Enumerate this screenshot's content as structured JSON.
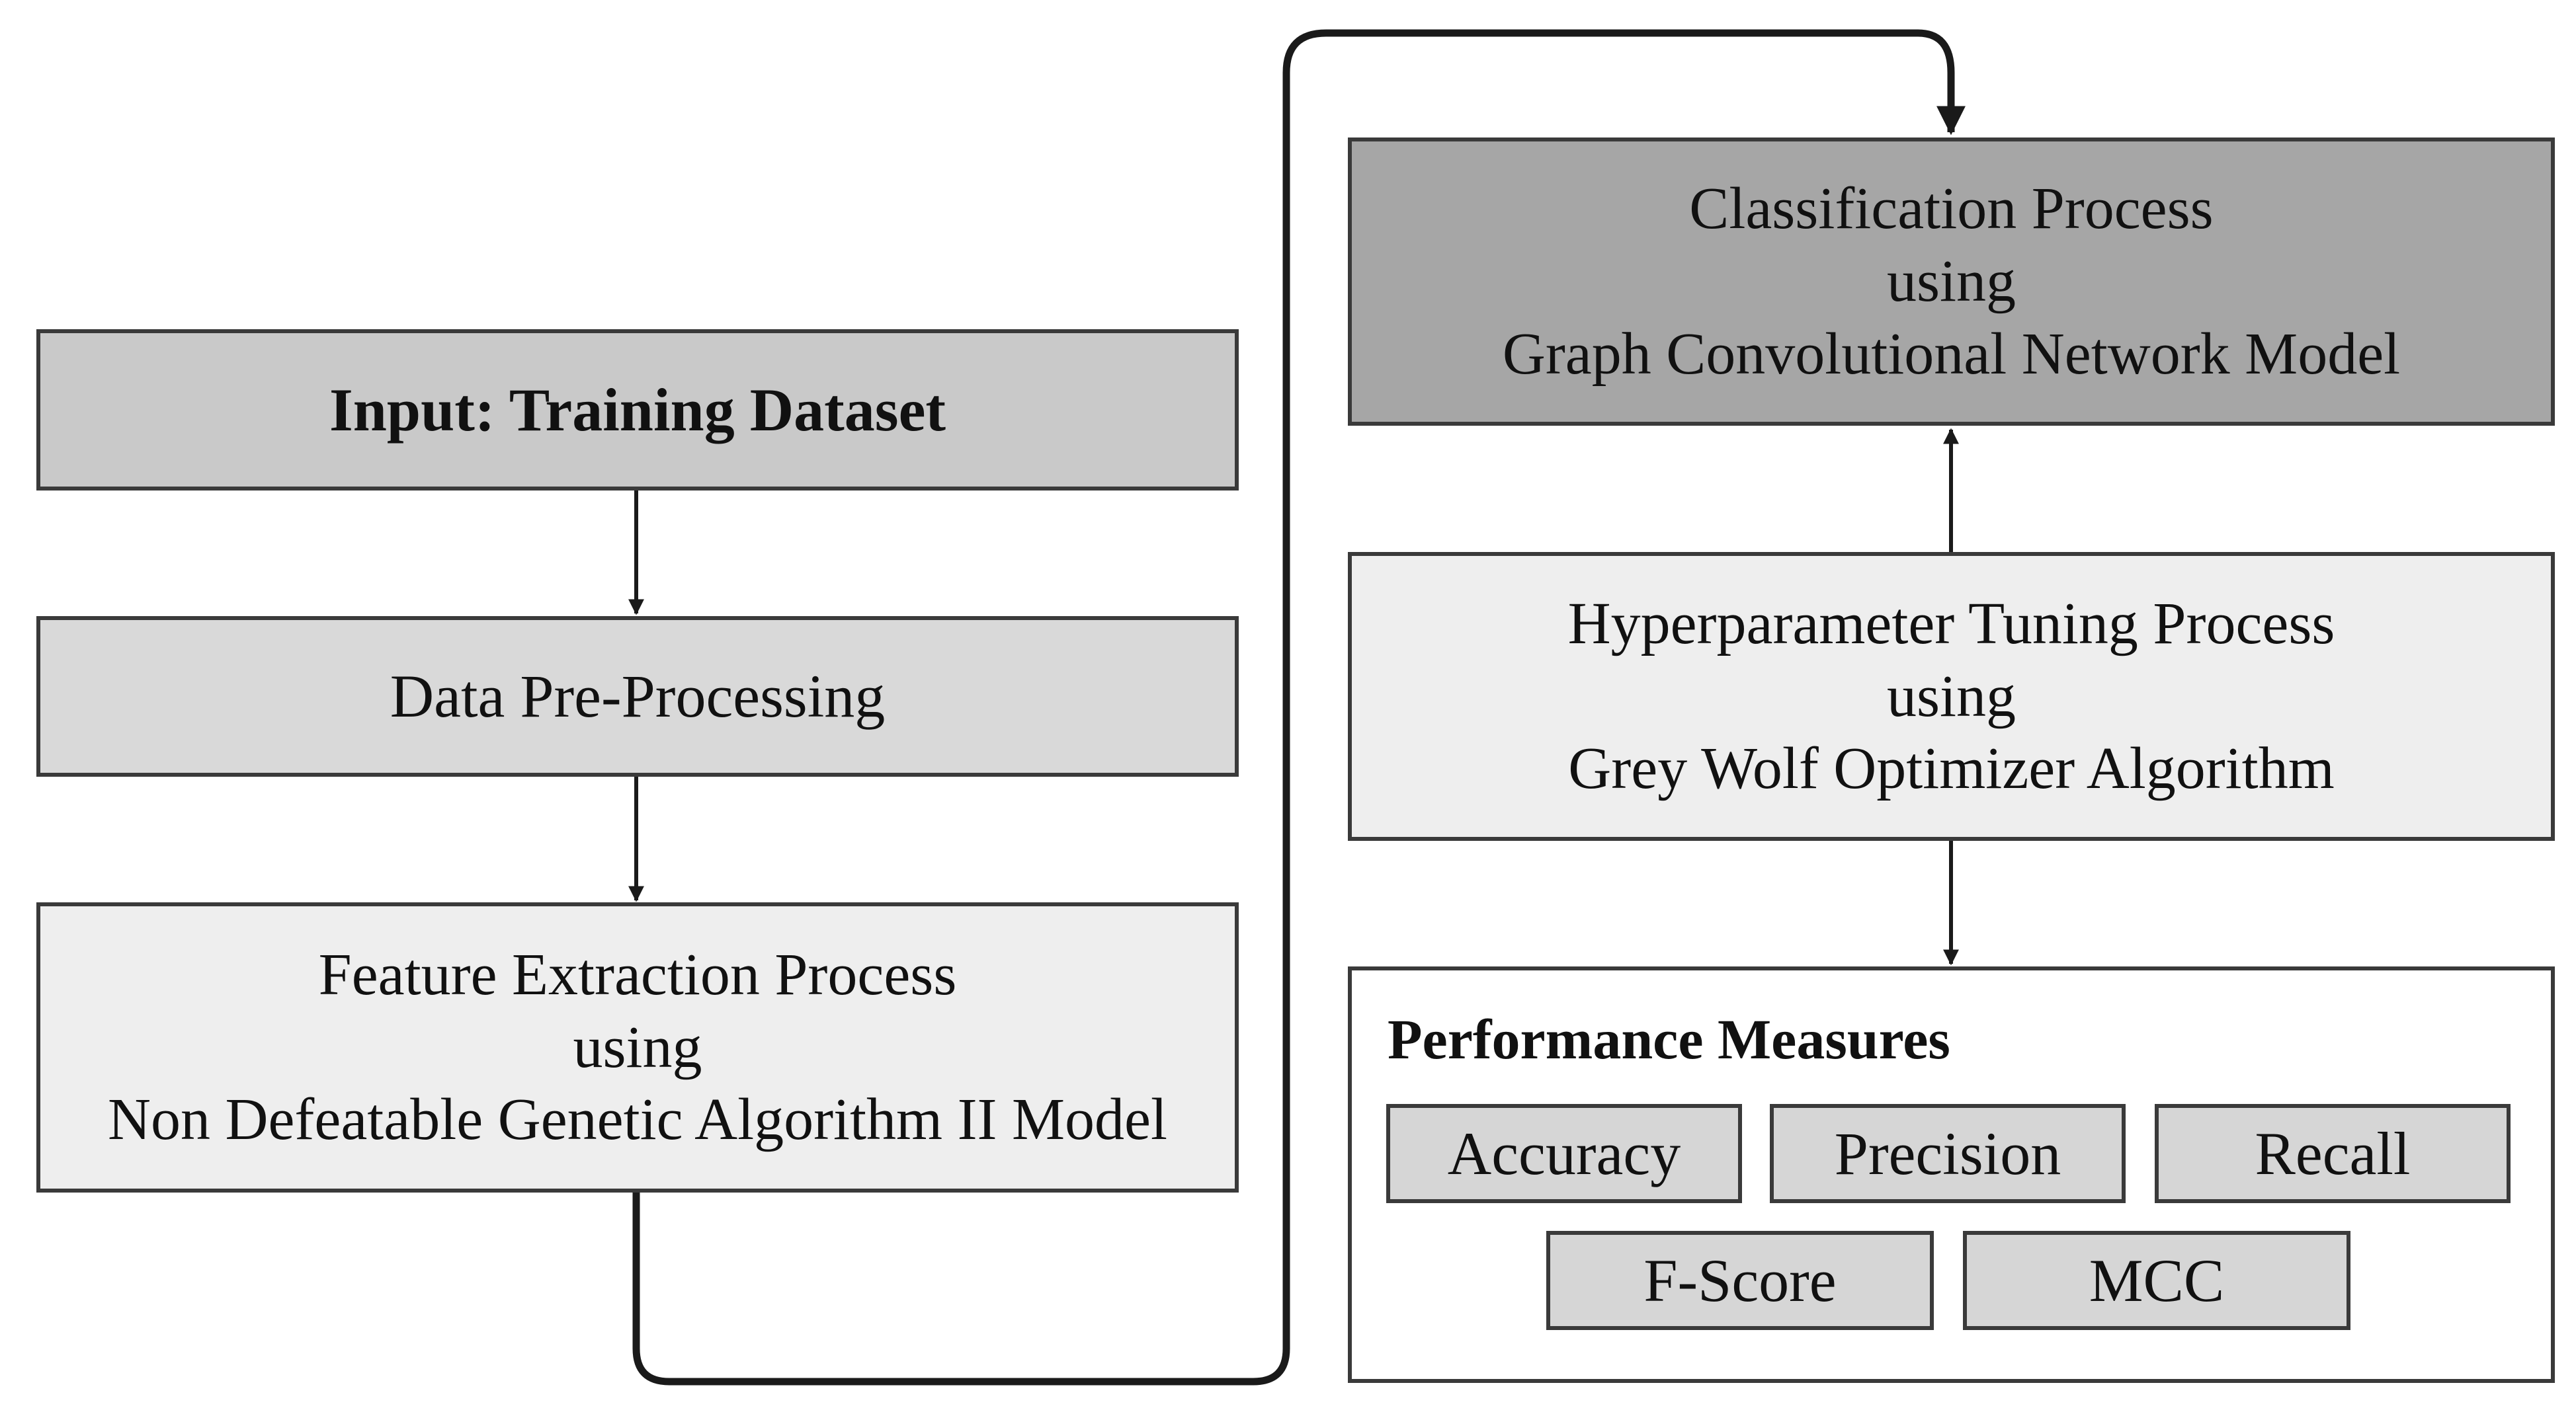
{
  "colors": {
    "input_box": "#c9c9c9",
    "preprocess_box": "#d9d9d9",
    "light_box": "#eeeeee",
    "classification_box": "#a6a6a6",
    "metric_box": "#d6d6d6",
    "border": "#3a3a3a",
    "line": "#1a1a1a"
  },
  "nodes": {
    "input": {
      "text": "Input: Training Dataset"
    },
    "preprocess": {
      "text": "Data Pre-Processing"
    },
    "feature": {
      "line1": "Feature Extraction Process",
      "line2": "using",
      "line3": "Non Defeatable Genetic Algorithm II Model"
    },
    "classification": {
      "line1": "Classification Process",
      "line2": "using",
      "line3": "Graph Convolutional Network Model"
    },
    "hyperparameter": {
      "line1": "Hyperparameter Tuning Process",
      "line2": "using",
      "line3": "Grey Wolf Optimizer Algorithm"
    },
    "performance": {
      "title": "Performance Measures",
      "metrics": [
        "Accuracy",
        "Precision",
        "Recall",
        "F-Score",
        "MCC"
      ]
    }
  }
}
